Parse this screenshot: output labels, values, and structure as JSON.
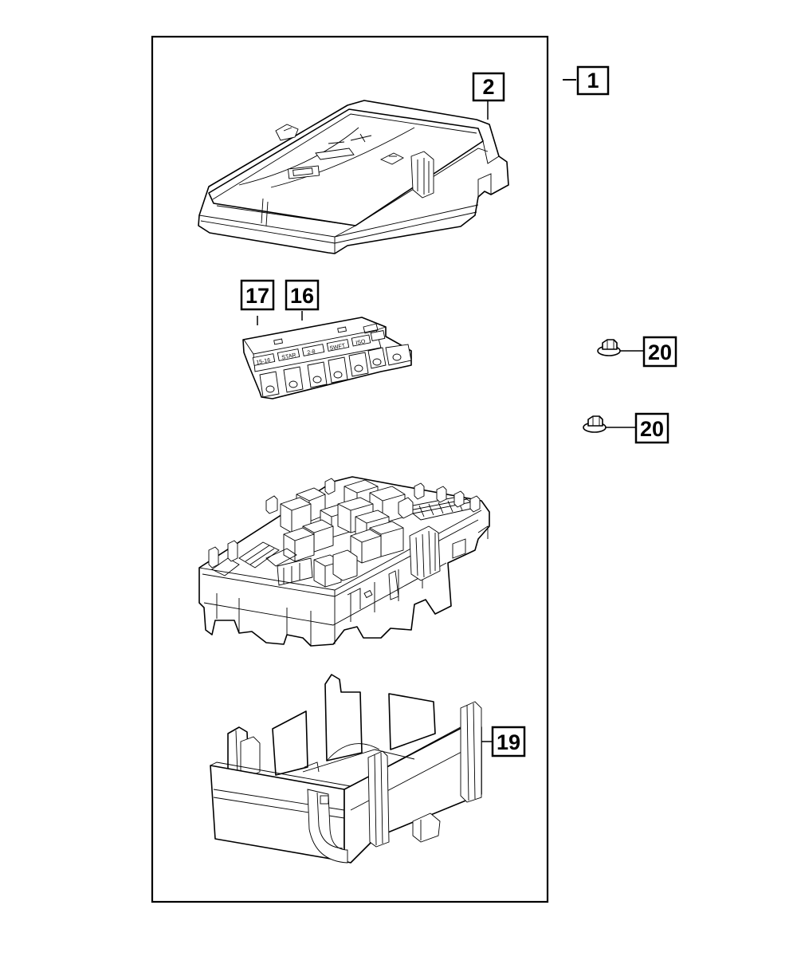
{
  "callouts": {
    "c1": "1",
    "c2": "2",
    "c16": "16",
    "c17": "17",
    "c19": "19",
    "c20a": "20",
    "c20b": "20"
  },
  "fuse_labels": [
    "15-16",
    "STAR",
    "2-8",
    "SWFT",
    "ISO",
    ""
  ]
}
